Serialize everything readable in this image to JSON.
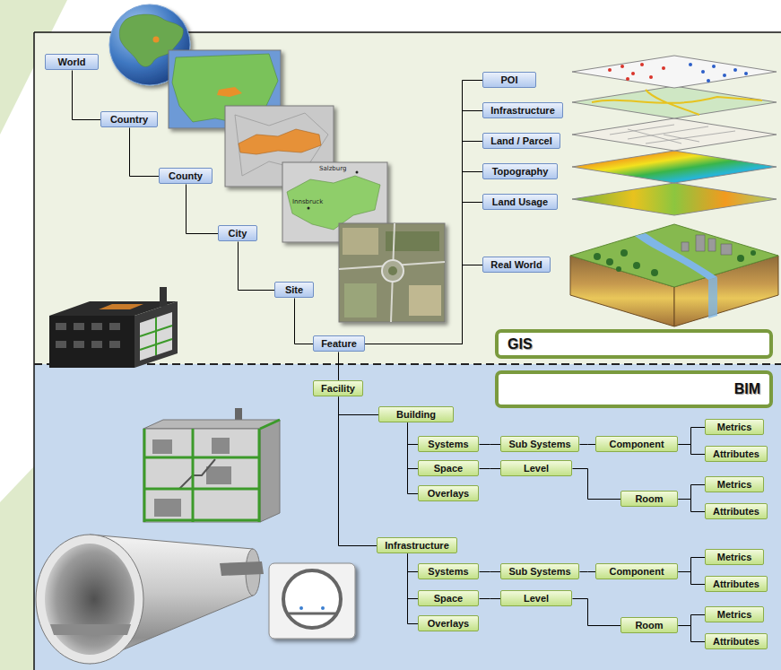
{
  "diagram": {
    "nodes": [
      {
        "text": [
          "World"
        ]
      },
      {
        "text": [
          "Country"
        ]
      },
      {
        "text": [
          "County"
        ]
      },
      {
        "text": [
          "City"
        ]
      },
      {
        "text": [
          "Site"
        ]
      },
      {
        "text": [
          "Feature"
        ]
      },
      {
        "text": [
          "POI"
        ]
      },
      {
        "text": [
          "Infrastructure"
        ]
      },
      {
        "text": [
          "Land / Parcel"
        ]
      },
      {
        "text": [
          "Topography"
        ]
      },
      {
        "text": [
          "Land Usage"
        ]
      },
      {
        "text": [
          "Real World"
        ]
      },
      {
        "text": [
          "GIS"
        ]
      },
      {
        "text": [
          "BIM"
        ]
      },
      {
        "text": [
          "Facility"
        ]
      },
      {
        "text": [
          "Building"
        ]
      },
      {
        "text": [
          "Systems"
        ]
      },
      {
        "text": [
          "Sub Systems"
        ]
      },
      {
        "text": [
          "Component"
        ]
      },
      {
        "text": [
          "Metrics"
        ]
      },
      {
        "text": [
          "Attributes"
        ]
      },
      {
        "text": [
          "Space"
        ]
      },
      {
        "text": [
          "Level"
        ]
      },
      {
        "text": [
          "Room"
        ]
      },
      {
        "text": [
          "Metrics"
        ]
      },
      {
        "text": [
          "Attributes"
        ]
      },
      {
        "text": [
          "Overlays"
        ]
      },
      {
        "text": [
          "Infrastructure"
        ]
      },
      {
        "text": [
          "Systems"
        ]
      },
      {
        "text": [
          "Sub Systems"
        ]
      },
      {
        "text": [
          "Component"
        ]
      },
      {
        "text": [
          "Metrics"
        ]
      },
      {
        "text": [
          "Attributes"
        ]
      },
      {
        "text": [
          "Space"
        ]
      },
      {
        "text": [
          "Level"
        ]
      },
      {
        "text": [
          "Room"
        ]
      },
      {
        "text": [
          "Metrics"
        ]
      },
      {
        "text": [
          "Attributes"
        ]
      },
      {
        "text": [
          "Overlays"
        ]
      }
    ],
    "edges": [
      {
        "from": 0,
        "to": 1,
        "arrow": "none"
      },
      {
        "from": 1,
        "to": 2,
        "arrow": "none"
      },
      {
        "from": 2,
        "to": 3,
        "arrow": "none"
      },
      {
        "from": 3,
        "to": 4,
        "arrow": "none"
      },
      {
        "from": 4,
        "to": 5,
        "arrow": "none"
      },
      {
        "from": 5,
        "to": 6,
        "arrow": "none"
      },
      {
        "from": 5,
        "to": 7,
        "arrow": "none"
      },
      {
        "from": 5,
        "to": 8,
        "arrow": "none"
      },
      {
        "from": 5,
        "to": 9,
        "arrow": "none"
      },
      {
        "from": 5,
        "to": 10,
        "arrow": "none"
      },
      {
        "from": 5,
        "to": 11,
        "arrow": "none"
      },
      {
        "from": 5,
        "to": 14,
        "arrow": "none"
      },
      {
        "from": 14,
        "to": 15,
        "arrow": "none"
      },
      {
        "from": 14,
        "to": 27,
        "arrow": "none"
      },
      {
        "from": 15,
        "to": 16,
        "arrow": "none"
      },
      {
        "from": 15,
        "to": 21,
        "arrow": "none"
      },
      {
        "from": 15,
        "to": 26,
        "arrow": "none"
      },
      {
        "from": 16,
        "to": 17,
        "arrow": "none"
      },
      {
        "from": 17,
        "to": 18,
        "arrow": "none"
      },
      {
        "from": 18,
        "to": 19,
        "arrow": "none"
      },
      {
        "from": 18,
        "to": 20,
        "arrow": "none"
      },
      {
        "from": 21,
        "to": 22,
        "arrow": "none"
      },
      {
        "from": 22,
        "to": 23,
        "arrow": "none"
      },
      {
        "from": 23,
        "to": 24,
        "arrow": "none"
      },
      {
        "from": 23,
        "to": 25,
        "arrow": "none"
      },
      {
        "from": 27,
        "to": 28,
        "arrow": "none"
      },
      {
        "from": 27,
        "to": 33,
        "arrow": "none"
      },
      {
        "from": 27,
        "to": 38,
        "arrow": "none"
      },
      {
        "from": 28,
        "to": 29,
        "arrow": "none"
      },
      {
        "from": 29,
        "to": 30,
        "arrow": "none"
      },
      {
        "from": 30,
        "to": 31,
        "arrow": "none"
      },
      {
        "from": 30,
        "to": 32,
        "arrow": "none"
      },
      {
        "from": 33,
        "to": 34,
        "arrow": "none"
      },
      {
        "from": 34,
        "to": 35,
        "arrow": "none"
      },
      {
        "from": 35,
        "to": 36,
        "arrow": "none"
      },
      {
        "from": 35,
        "to": 37,
        "arrow": "none"
      }
    ],
    "labels": [
      "Salzburg",
      "Innsbruck"
    ]
  }
}
